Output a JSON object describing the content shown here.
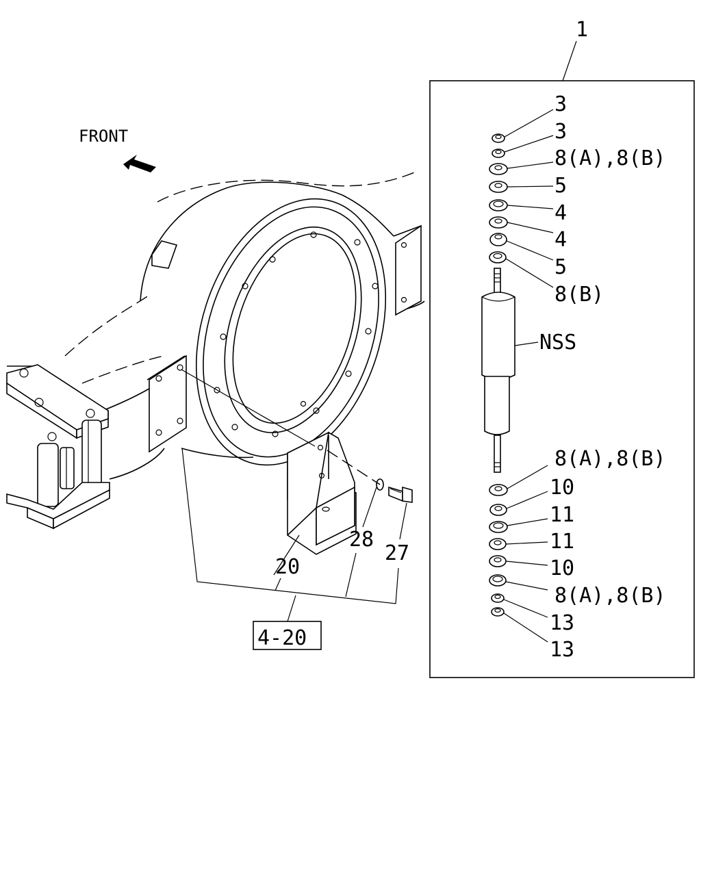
{
  "direction_label": "FRONT",
  "assembly_ref": "4-20",
  "callouts": {
    "assembly": "1",
    "bracket": "20",
    "washer": "28",
    "bolt": "27",
    "shock_absorber": "NSS"
  },
  "stack_labels": [
    "3",
    "3",
    "8(A),8(B)",
    "5",
    "4",
    "4",
    "5",
    "8(B)",
    "8(A),8(B)",
    "10",
    "11",
    "11",
    "10",
    "8(A),8(B)",
    "13",
    "13"
  ]
}
